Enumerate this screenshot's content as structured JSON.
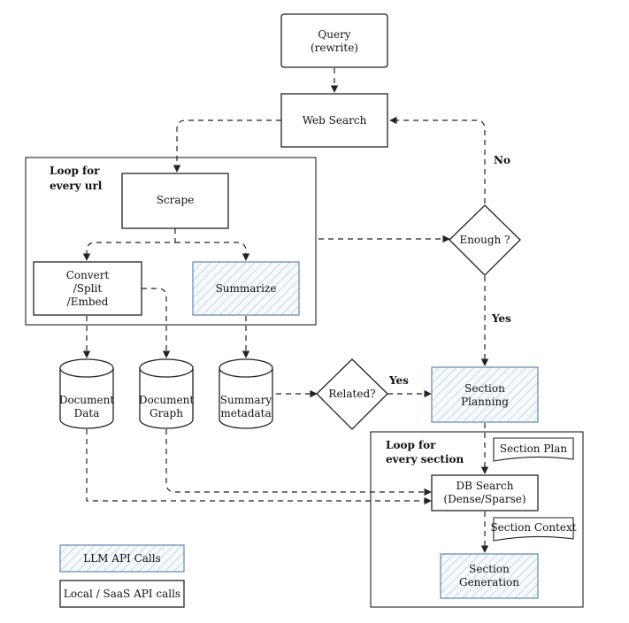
{
  "nodes": {
    "query": [
      "Query",
      "(rewrite)"
    ],
    "web_search": "Web Search",
    "scrape": "Scrape",
    "convert": [
      "Convert",
      "/Split",
      "/Embed"
    ],
    "summarize": "Summarize",
    "enough": "Enough ?",
    "document_data": [
      "Document",
      "Data"
    ],
    "document_graph": [
      "Document",
      "Graph"
    ],
    "summary_metadata": [
      "Summary",
      "metadata"
    ],
    "related": "Related?",
    "section_planning": [
      "Section",
      "Planning"
    ],
    "db_search": [
      "DB Search",
      "(Dense/Sparse)"
    ],
    "section_generation": [
      "Section",
      "Generation"
    ]
  },
  "notes": {
    "section_plan": "Section Plan",
    "section_context": "Section Context"
  },
  "loops": {
    "url_loop": [
      "Loop for",
      "every url"
    ],
    "section_loop": [
      "Loop for",
      "every section"
    ]
  },
  "edge_labels": {
    "no": "No",
    "yes_enough": "Yes",
    "yes_related": "Yes"
  },
  "legend": {
    "llm_label": "LLM API Calls",
    "local_label": "Local / SaaS API calls"
  },
  "colors": {
    "llm_border": "#6f8fb3",
    "llm_hatch": "#b9cde3",
    "line": "#222222"
  }
}
